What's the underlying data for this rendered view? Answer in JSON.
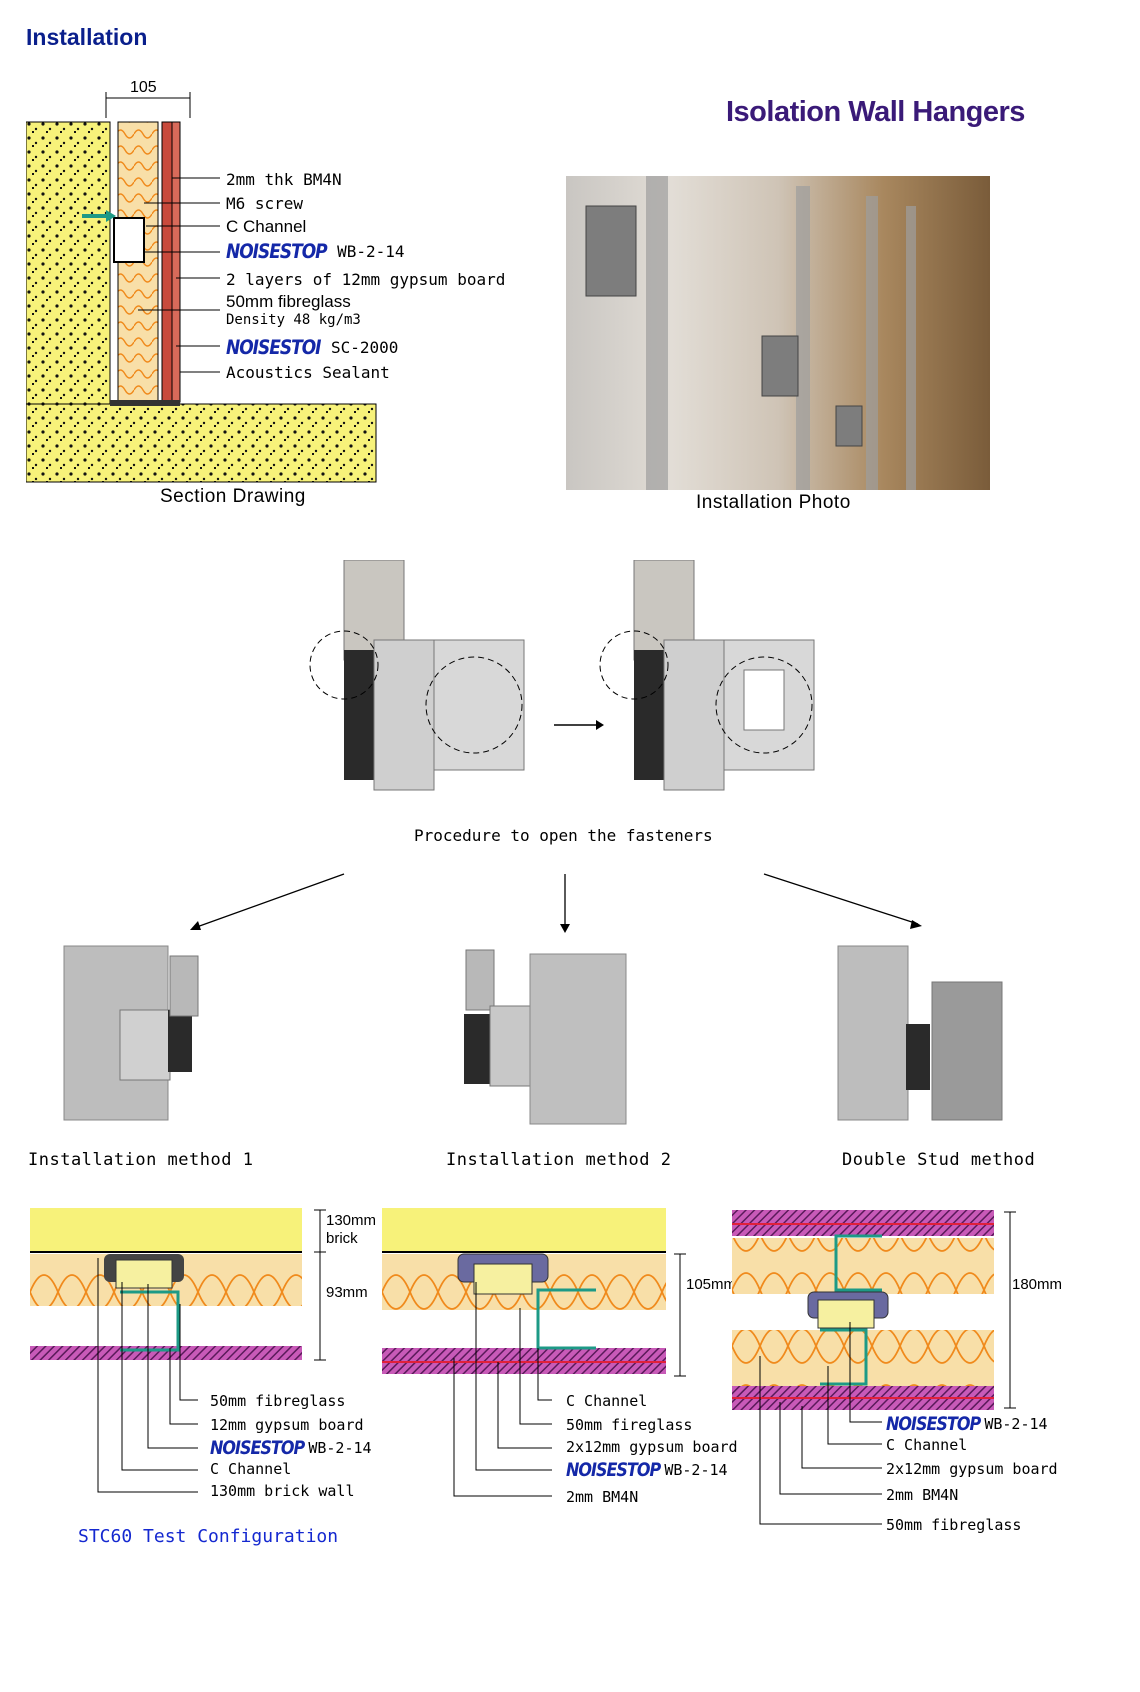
{
  "header": {
    "section_title": "Installation",
    "product_title": "Isolation Wall Hangers"
  },
  "section_drawing": {
    "dimension": "105",
    "labels": [
      "2mm thk BM4N",
      "M6 screw",
      "C Channel",
      "WB-2-14",
      "2 layers of 12mm gypsum board",
      "50mm fibreglass",
      "Density 48 kg/m3",
      "SC-2000",
      "Acoustics Sealant"
    ],
    "brand1": "NOISESTOP",
    "brand2": "NOISESTOI",
    "caption": "Section Drawing"
  },
  "installation_photo": {
    "caption": "Installation Photo"
  },
  "procedure": {
    "caption": "Procedure to open the fasteners"
  },
  "methods": [
    "Installation method 1",
    "Installation method 2",
    "Double Stud method"
  ],
  "detail1": {
    "dims": [
      "130mm",
      "brick",
      "93mm"
    ],
    "labels": [
      "50mm fibreglass",
      "12mm gypsum board",
      "WB-2-14",
      "C Channel",
      "130mm brick wall"
    ],
    "brand": "NOISESTOP"
  },
  "detail2": {
    "dims": [
      "105mm"
    ],
    "labels": [
      "C Channel",
      "50mm fireglass",
      "2x12mm gypsum board",
      "WB-2-14",
      "2mm BM4N"
    ],
    "brand": "NOISESTOP"
  },
  "detail3": {
    "dims": [
      "180mm"
    ],
    "labels": [
      "WB-2-14",
      "C Channel",
      "2x12mm gypsum board",
      "2mm BM4N",
      "50mm fibreglass"
    ],
    "brand": "NOISESTOP"
  },
  "footer": "STC60 Test Configuration",
  "colors": {
    "title_blue": "#0a1f8c",
    "product_purple": "#3a1a78",
    "brick_yellow": "#f7f27a",
    "insulation": "#f8dfa8",
    "insulation_line": "#f08a1c",
    "gypsum": "#9a2f8a",
    "channel": "#1d9a86",
    "brand_blue": "#1428a8"
  }
}
